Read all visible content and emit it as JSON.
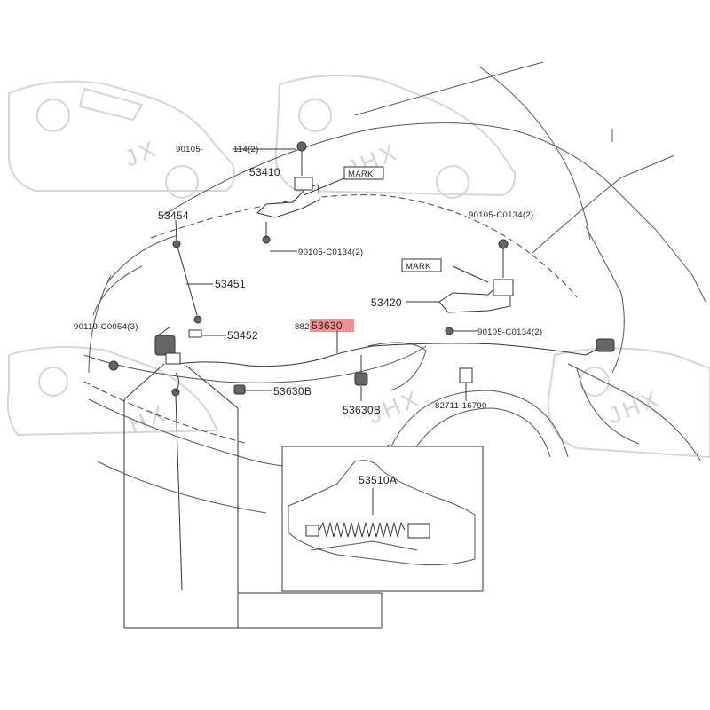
{
  "parts": {
    "p90105_top": "90105-",
    "p114": "114(2)",
    "p53410": "53410",
    "mark1": "MARK",
    "p53454": "53454",
    "p90105_c0134_left": "90105-C0134(2)",
    "p90105_c0134_right_top": "90105-C0134(2)",
    "mark2": "MARK",
    "p53451": "53451",
    "p53420": "53420",
    "p90119": "90119-C0054(3)",
    "p53452": "53452",
    "prefix_53630": "882",
    "p53630": "53630",
    "p90105_c0134_right_bot": "90105-C0134(2)",
    "p53630B_left": "53630B",
    "p53630B_mid": "53630B",
    "p82711": "82711-16790",
    "p53510A": "53510A"
  },
  "highlight_color": "#e53935",
  "watermark_text": [
    "JX",
    "JHX",
    "JHX",
    "JHX",
    "HX"
  ]
}
